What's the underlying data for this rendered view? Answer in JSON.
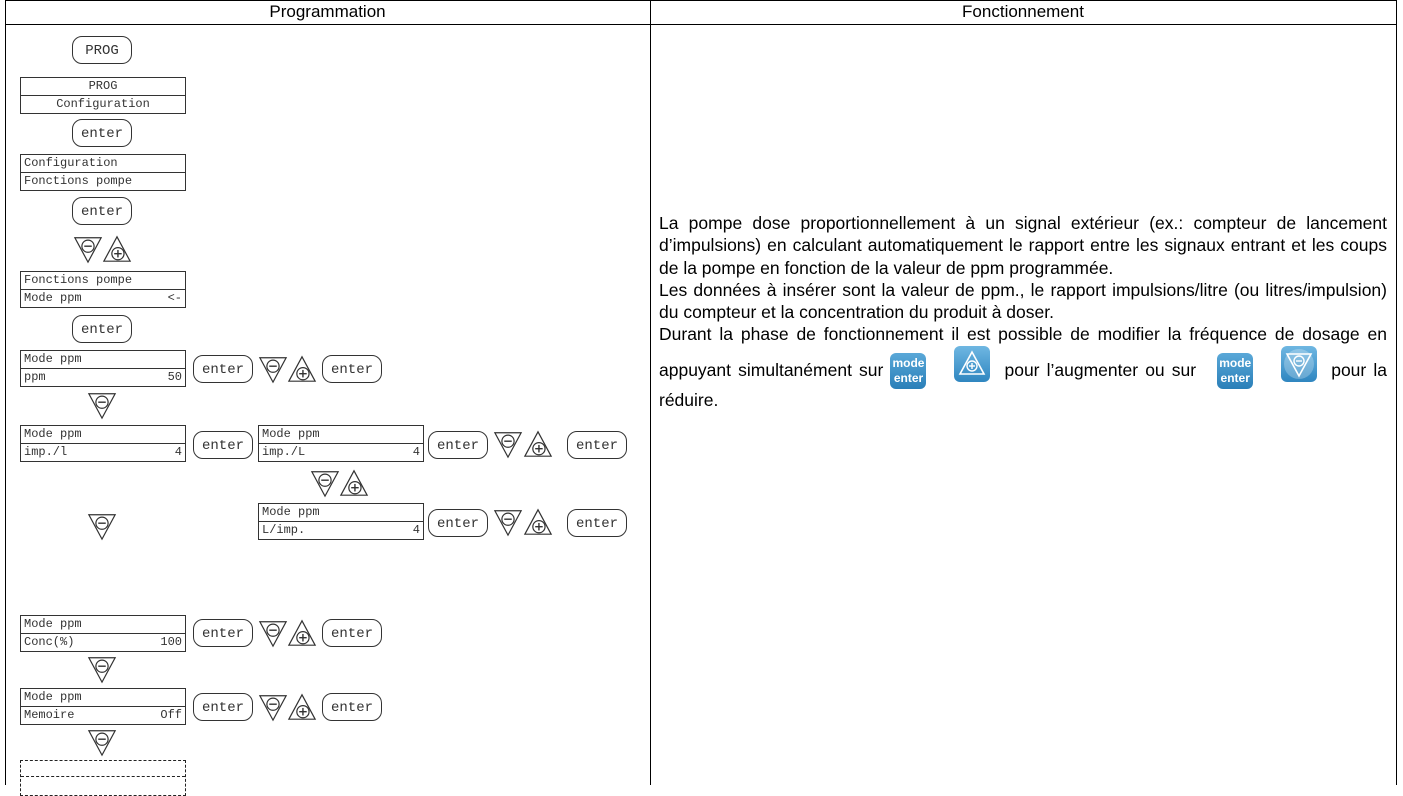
{
  "headers": {
    "programmation": "Programmation",
    "fonctionnement": "Fonctionnement"
  },
  "keys": {
    "prog": "PROG",
    "enter": "enter"
  },
  "lcd": {
    "prog_config": [
      "PROG",
      "Configuration"
    ],
    "config_fonctions": [
      "Configuration",
      "Fonctions pompe"
    ],
    "fonctions_mode": [
      "Fonctions pompe",
      "Mode ppm",
      "<-"
    ],
    "mode_ppm": [
      "Mode ppm",
      "ppm",
      "50"
    ],
    "mode_imp_l": [
      "Mode ppm",
      "imp./l",
      "4"
    ],
    "mode_imp_L2": [
      "Mode ppm",
      "imp./L",
      "4"
    ],
    "mode_L_imp": [
      "Mode ppm",
      "L/imp.",
      "4"
    ],
    "mode_conc": [
      "Mode ppm",
      "Conc(%)",
      "100"
    ],
    "mode_memoire": [
      "Mode ppm",
      "Memoire",
      "Off"
    ]
  },
  "icons": {
    "minus": "triangle-down-minus-icon",
    "plus": "triangle-up-plus-icon",
    "mode_enter": "mode-enter-button-icon",
    "up_button": "up-button-icon",
    "down_button": "down-button-icon"
  },
  "mode_button": {
    "line1": "mode",
    "line2": "enter"
  },
  "description": {
    "p1": "La pompe dose proportionnellement à un signal extérieur (ex.: compteur de lancement d’impulsions) en calculant automatiquement le rapport entre les signaux entrant et les coups de la pompe en fonction de la valeur de ppm programmée.",
    "p2": "Les données à insérer sont la valeur de ppm., le rapport impulsions/litre (ou litres/impulsion) du compteur et la concentration du produit à doser.",
    "p3_start": "Durant la phase de fonctionnement il est possible de modifier la fréquence de dosage en appuyant simultanément sur",
    "p3_mid": "pour l’augmenter ou sur",
    "p3_end": "pour la réduire."
  },
  "colors": {
    "button_blue": "#2a7fb8",
    "line": "#000000",
    "lcd_text": "#333333"
  }
}
